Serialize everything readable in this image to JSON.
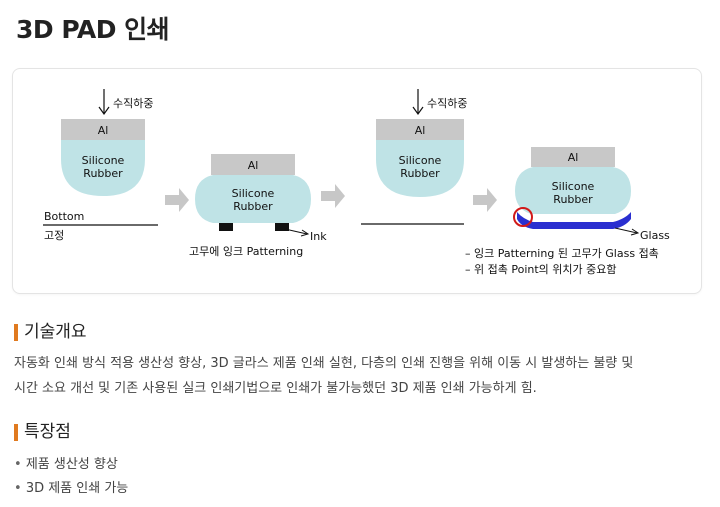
{
  "title": "3D PAD 인쇄",
  "diagram": {
    "stages": [
      {
        "down_label": "수직하중",
        "al": "Al",
        "rubber_line1": "Silicone",
        "rubber_line2": "Rubber"
      },
      {
        "al": "Al",
        "rubber_line1": "Silicone",
        "rubber_line2": "Rubber",
        "caption": "고무에 잉크 Patterning",
        "ink_label": "Ink"
      },
      {
        "down_label": "수직하중",
        "al": "Al",
        "rubber_line1": "Silicone",
        "rubber_line2": "Rubber"
      },
      {
        "al": "Al",
        "rubber_line1": "Silicone",
        "rubber_line2": "Rubber",
        "glass_label": "Glass"
      }
    ],
    "bottom_label": "Bottom",
    "fixed_label": "고정",
    "notes": [
      "– 잉크 Patterning 된 고무가 Glass 접촉",
      "– 위 접촉 Point의 위치가 중요함"
    ],
    "colors": {
      "rubber": "#bfe3e6",
      "al": "#c8c8c8",
      "arrow": "#c7c7c7",
      "glass": "#2a2fd0",
      "contact_circle": "#d11a1a"
    }
  },
  "overview": {
    "heading": "기술개요",
    "text_line1": "자동화 인쇄 방식 적용 생산성 향상, 3D 글라스 제품 인쇄 실현, 다층의 인쇄 진행을 위해 이동 시 발생하는 불량 및",
    "text_line2": "시간 소요 개선 및 기존 사용된 실크 인쇄기법으로 인쇄가 불가능했던 3D 제품 인쇄 가능하게 힘."
  },
  "features": {
    "heading": "특장점",
    "items": [
      "제품 생산성 향상",
      "3D 제품 인쇄 가능"
    ]
  },
  "accent_color": "#e07a1f"
}
